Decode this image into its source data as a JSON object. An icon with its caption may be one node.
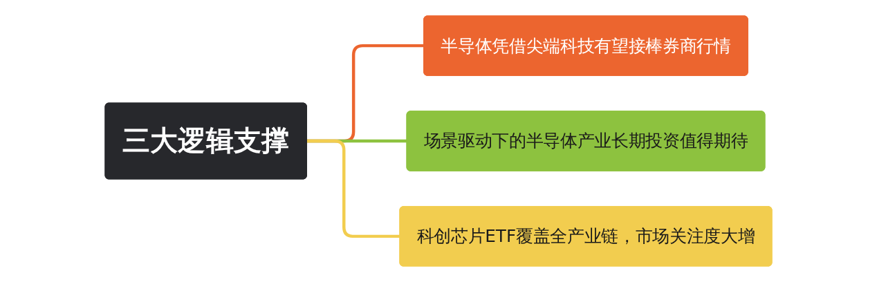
{
  "diagram": {
    "nodes": [
      {
        "text": [
          "三大逻辑支撑"
        ]
      },
      {
        "text": [
          "半导体凭借尖端科技有望接棒券商行情"
        ]
      },
      {
        "text": [
          "场景驱动下的半导体产业长期投资值得期待"
        ]
      },
      {
        "text": [
          "科创芯片ETF覆盖全产业链，市场关注度大增"
        ]
      }
    ],
    "edges": [
      {
        "from": 0,
        "to": 1,
        "arrow": "none",
        "color": "#ec652f"
      },
      {
        "from": 0,
        "to": 2,
        "arrow": "none",
        "color": "#8dc23f"
      },
      {
        "from": 0,
        "to": 3,
        "arrow": "none",
        "color": "#f2cd4f"
      }
    ]
  }
}
